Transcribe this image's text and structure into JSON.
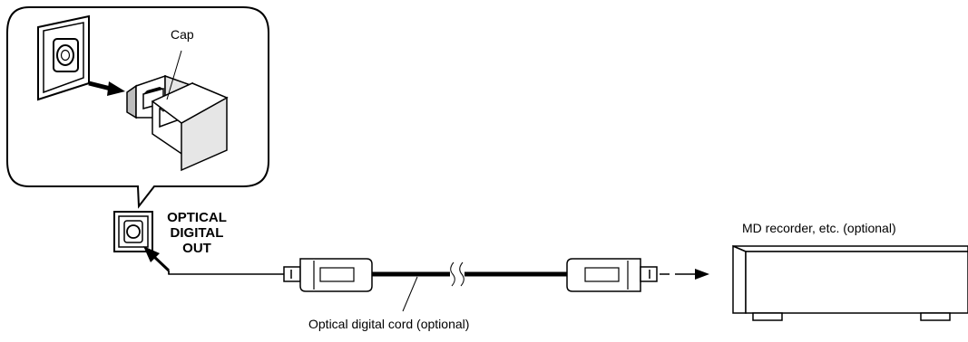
{
  "labels": {
    "cap": "Cap",
    "jack_line1": "OPTICAL",
    "jack_line2": "DIGITAL",
    "jack_line3": "OUT",
    "device": "MD recorder, etc. (optional)",
    "cord": "Optical digital cord (optional)"
  },
  "colors": {
    "line": "#000000",
    "connector_gray": "#bdbdbd",
    "cap_face": "#e6e6e6",
    "background": "#ffffff"
  },
  "icons": [
    "cap-icon",
    "optical-jack-icon",
    "plug-icon",
    "arrow-icon",
    "md-recorder-icon"
  ]
}
